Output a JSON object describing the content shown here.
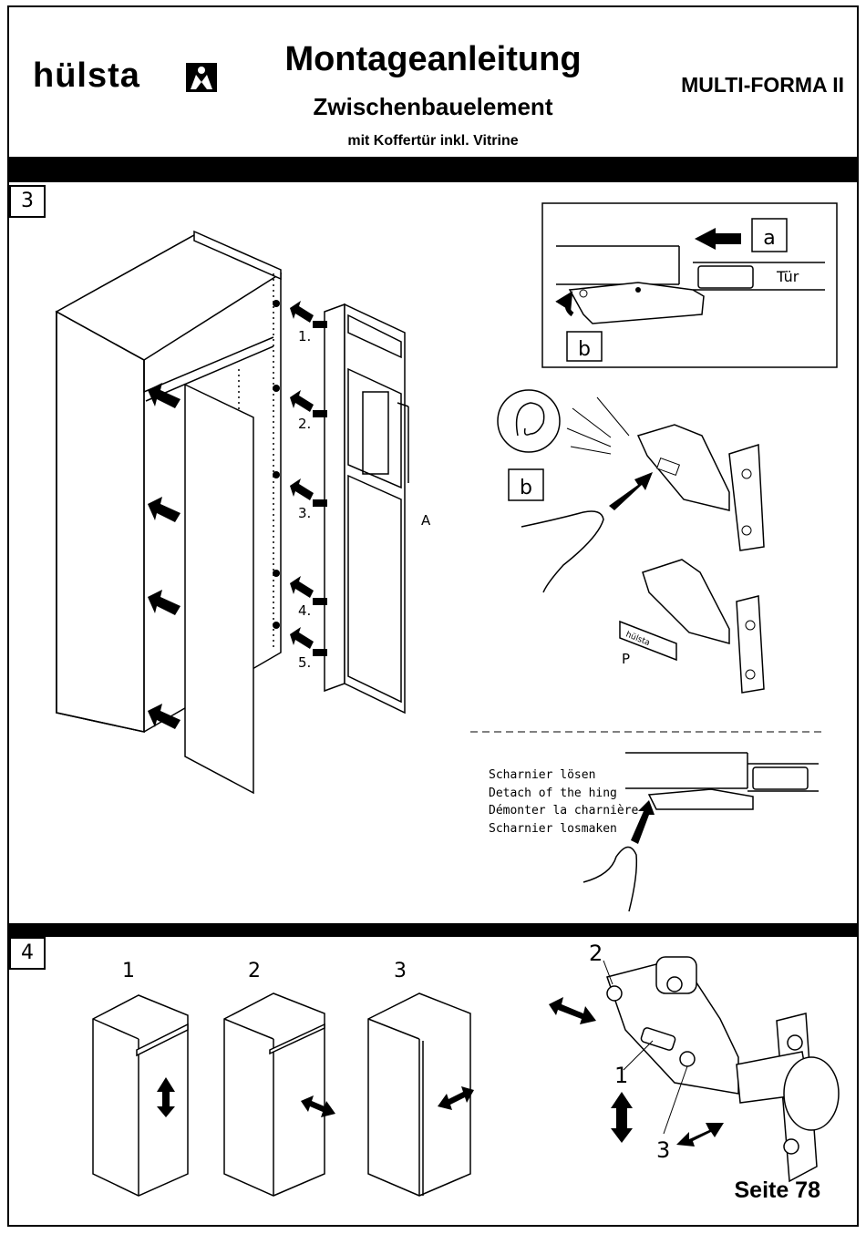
{
  "header": {
    "brand": "hülsta",
    "title": "Montageanleitung",
    "subtitle": "Zwischenbauelement",
    "subsubtitle": "mit Koffertür inkl. Vitrine",
    "series": "MULTI-FORMA II"
  },
  "step3": {
    "number": "3",
    "hinge_labels": [
      "1.",
      "2.",
      "3.",
      "4.",
      "5."
    ],
    "part_label": "A",
    "detail_a_label": "a",
    "detail_b_label": "b",
    "door_label": "Tür",
    "ear_step_label": "b",
    "plate_label": "P",
    "plate_brand": "hülsta",
    "detach_text": [
      "Scharnier lösen",
      "Detach of the hing",
      "Démonter la charnière",
      "Scharnier losmaken"
    ]
  },
  "step4": {
    "number": "4",
    "adjust_labels": [
      "1",
      "2",
      "3"
    ],
    "hinge_screw_labels": [
      "2",
      "1",
      "3"
    ]
  },
  "footer": {
    "page": "Seite 78"
  }
}
